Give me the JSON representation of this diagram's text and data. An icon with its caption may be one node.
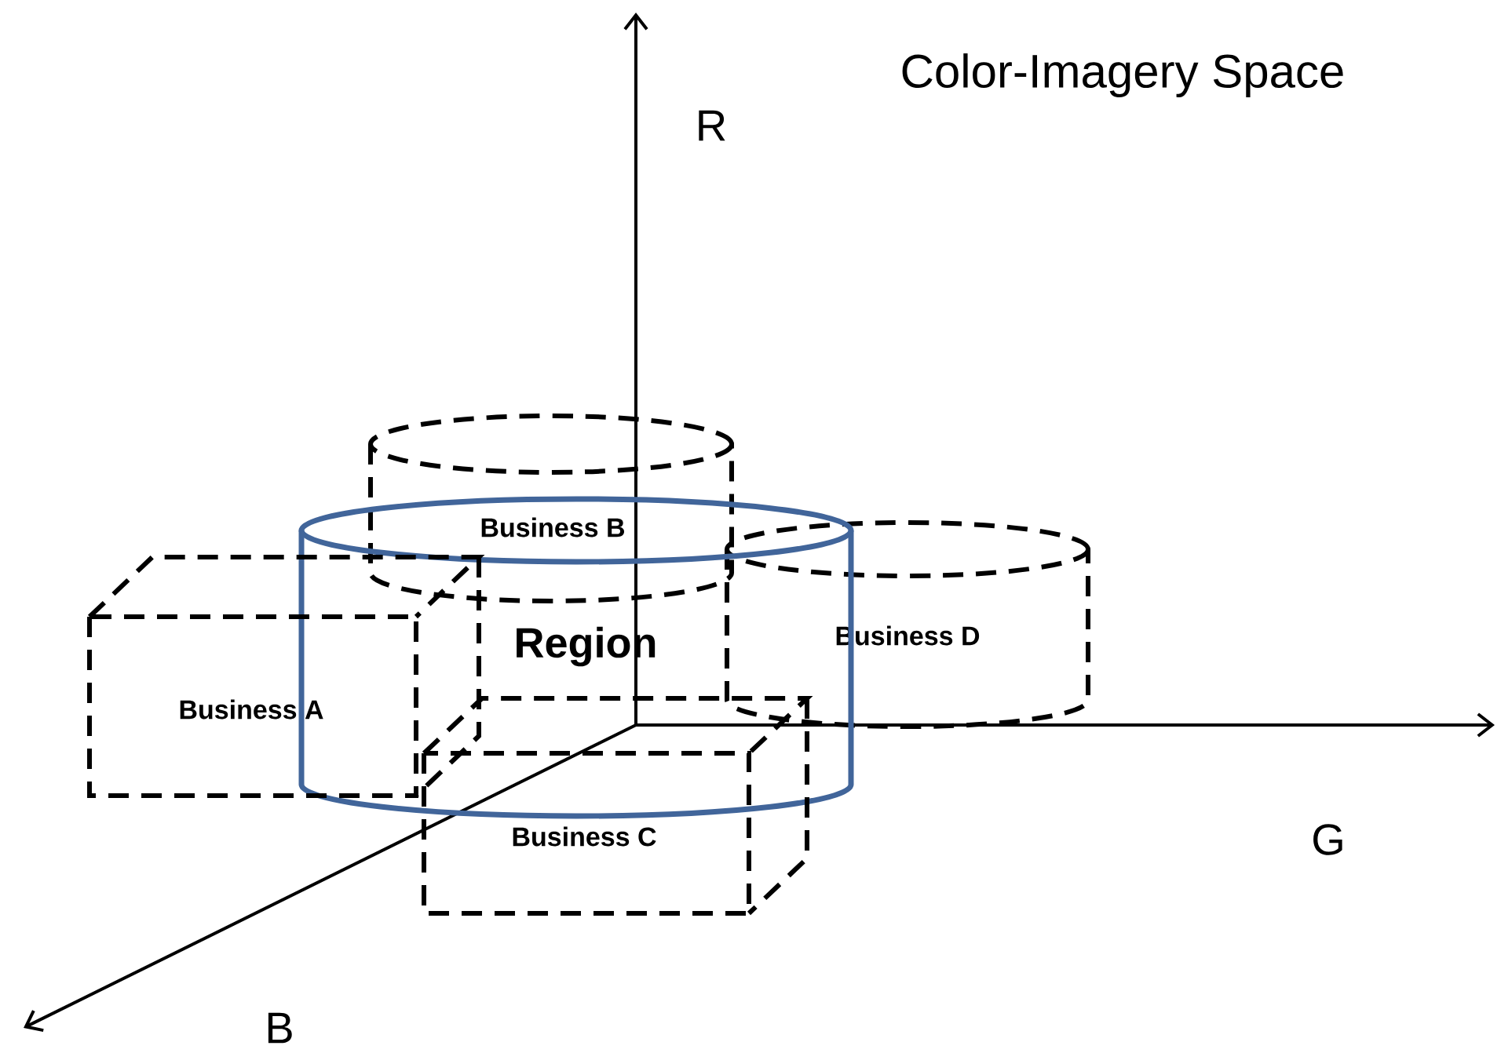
{
  "diagram": {
    "title": "Color-Imagery Space",
    "nodes": [
      {
        "text": [
          "Business B"
        ]
      },
      {
        "text": [
          "Business D"
        ]
      },
      {
        "text": [
          "Region"
        ]
      },
      {
        "text": [
          "Business A"
        ]
      },
      {
        "text": [
          "Business C"
        ]
      }
    ],
    "labels": [
      "R",
      "G",
      "B"
    ]
  }
}
